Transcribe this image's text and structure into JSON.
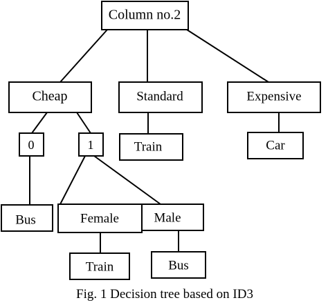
{
  "diagram": {
    "root": "Column no.2",
    "nodes": {
      "cheap": "Cheap",
      "standard": "Standard",
      "expensive": "Expensive",
      "cheap_0": "0",
      "cheap_1": "1",
      "standard_leaf": "Train",
      "expensive_leaf": "Car",
      "cheap_0_leaf": "Bus",
      "female": "Female",
      "male": "Male",
      "female_leaf": "Train",
      "male_leaf": "Bus"
    },
    "caption": "Fig. 1 Decision tree based on ID3"
  }
}
